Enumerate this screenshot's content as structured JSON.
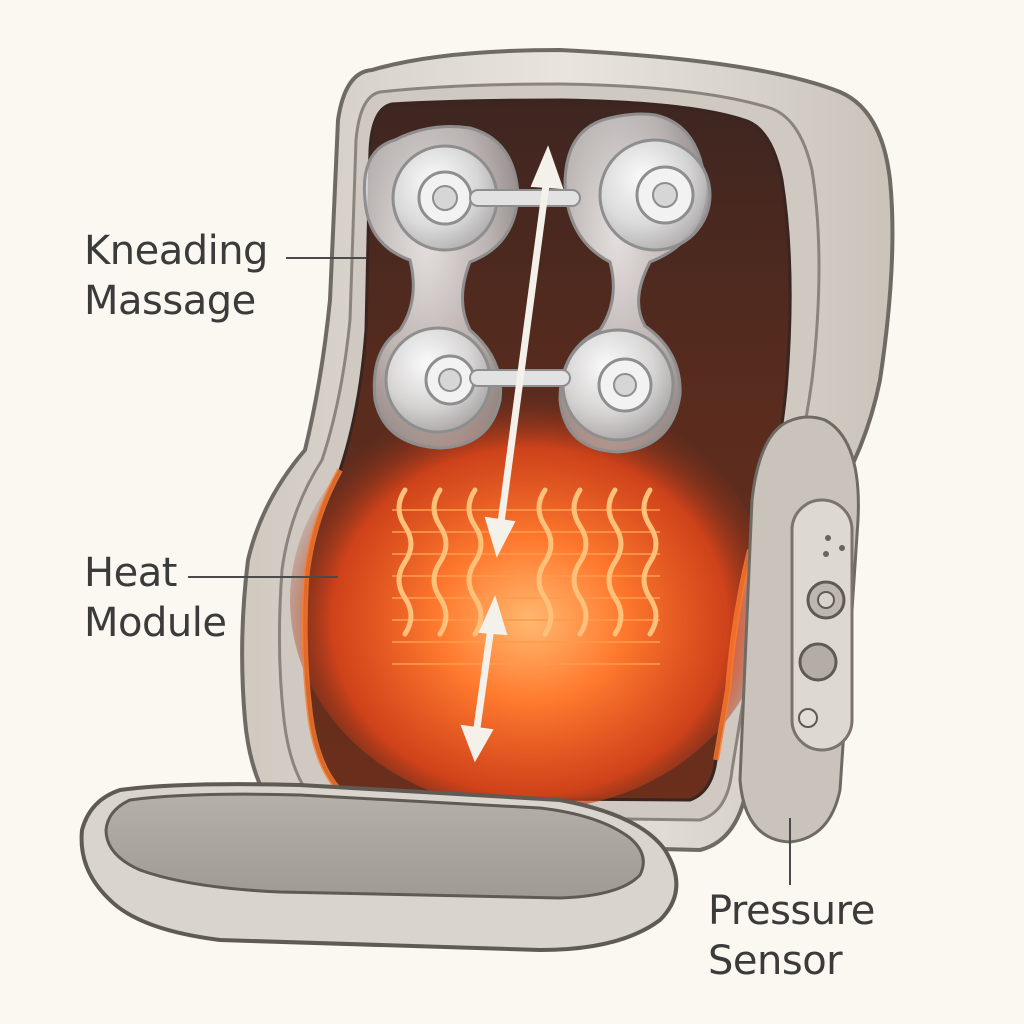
{
  "labels": {
    "kneading": {
      "line1": "Kneading",
      "line2": "Massage"
    },
    "heat": {
      "line1": "Heat",
      "line2": "Module"
    },
    "pressure": {
      "line1": "Pressure",
      "line2": "Sensor"
    }
  },
  "colors": {
    "background": "#fbf8f1",
    "shell": "#d9d4cc",
    "shell_edge": "#6f6a64",
    "cavity": "#4a2a22",
    "heat_glow": "#ff5a1f",
    "heat_core": "#ffb36b",
    "roller": "#e6e6e6",
    "text": "#3b3b3b"
  },
  "icons": [
    "massage-roller-icon",
    "heat-wave-icon",
    "arrow-up-down-icon",
    "control-button-icon"
  ]
}
